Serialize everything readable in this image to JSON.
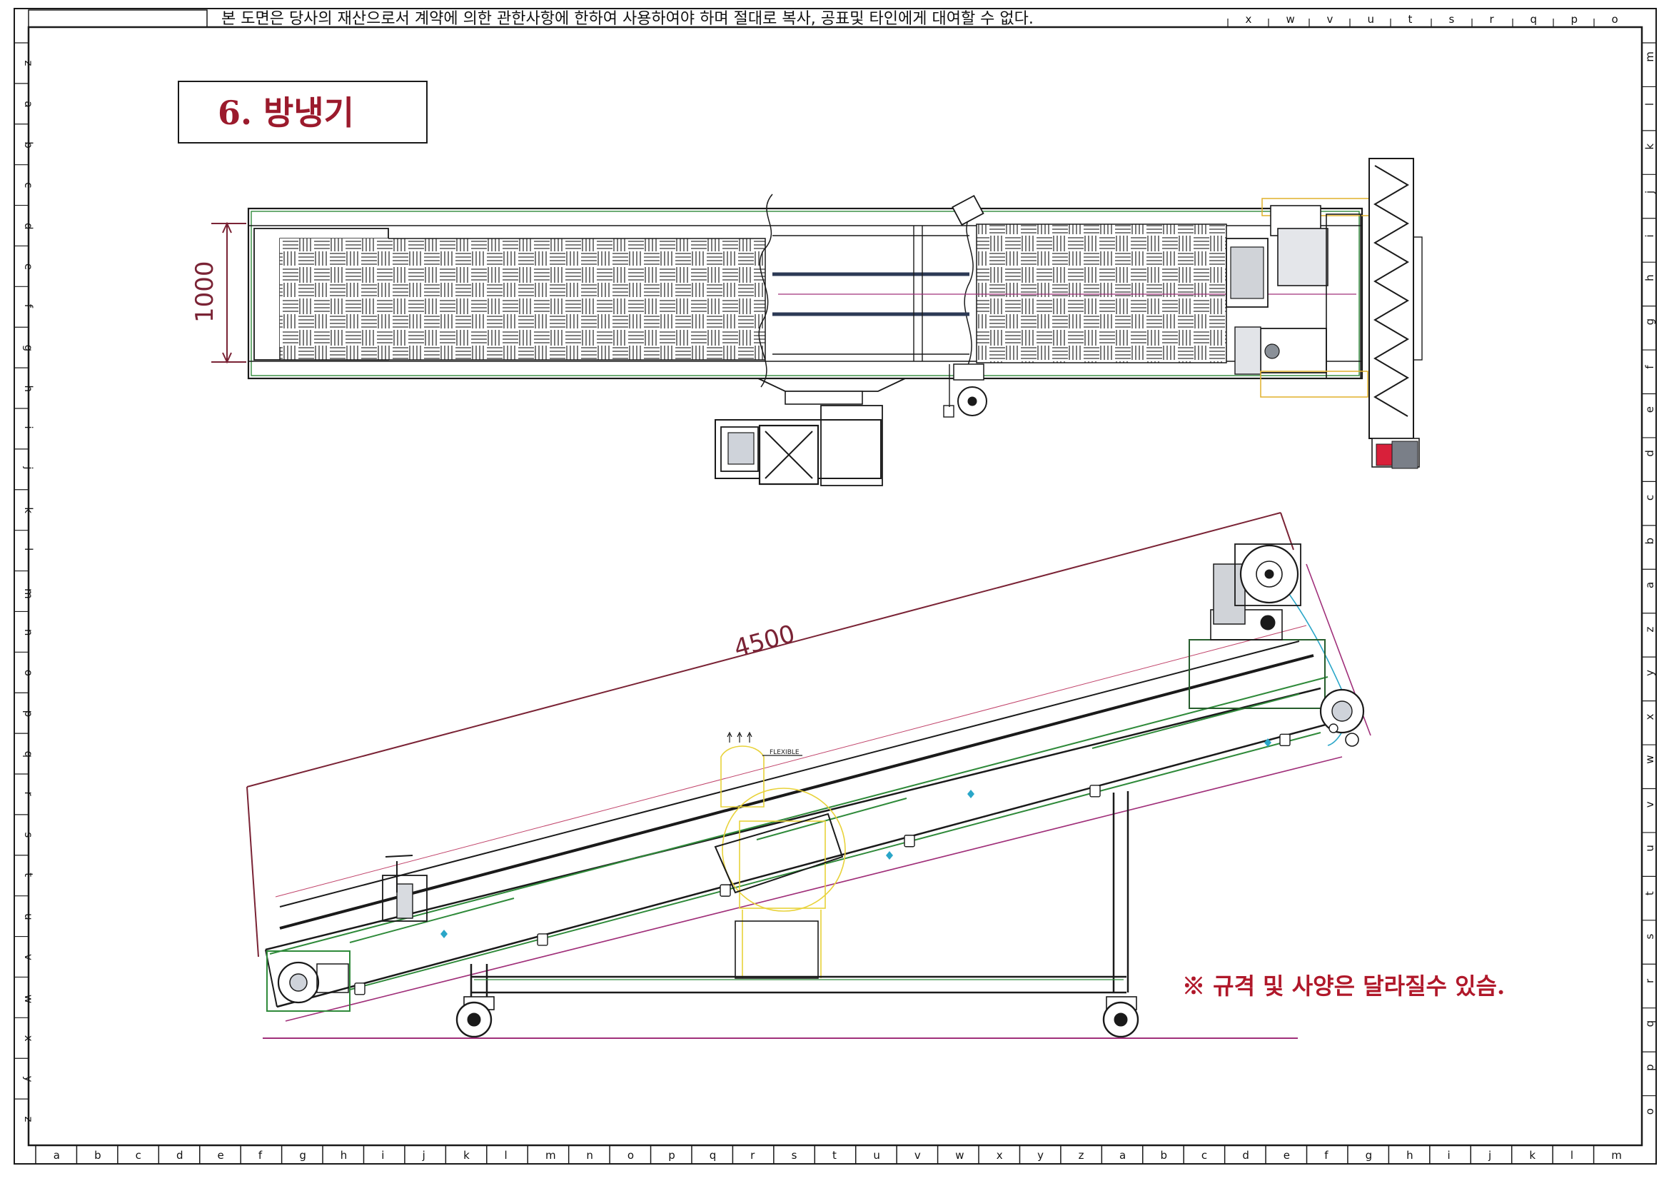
{
  "notice": "본 도면은 당사의 재산으로서 계약에 의한 관한사항에 한하여 사용하여야 하며 절대로 복사, 공표및 타인에게 대여할 수 없다.",
  "title": "6. 방냉기",
  "dimensions": {
    "width": "1000",
    "length": "4500"
  },
  "small_label": "FLEXIBLE",
  "footnote": "※ 규격 및 사양은 달라질수 있슴.",
  "ruler": {
    "bottom": [
      "a",
      "b",
      "c",
      "d",
      "e",
      "f",
      "g",
      "h",
      "i",
      "j",
      "k",
      "l",
      "m",
      "n",
      "o",
      "p",
      "q",
      "r",
      "s",
      "t",
      "u",
      "v",
      "w",
      "x",
      "y",
      "z",
      "a",
      "b",
      "c",
      "d",
      "e",
      "f",
      "g",
      "h",
      "i",
      "j",
      "k",
      "l",
      "m"
    ],
    "left": [
      "z",
      "a",
      "b",
      "c",
      "d",
      "e",
      "f",
      "g",
      "h",
      "i",
      "j",
      "k",
      "l",
      "m",
      "n",
      "o",
      "p",
      "q",
      "r",
      "s",
      "t",
      "u",
      "v",
      "w",
      "x",
      "y",
      "z"
    ],
    "right": [
      "m",
      "l",
      "k",
      "j",
      "i",
      "h",
      "g",
      "f",
      "e",
      "d",
      "c",
      "b",
      "a",
      "z",
      "y",
      "x",
      "w",
      "v",
      "u",
      "t",
      "s",
      "r",
      "q",
      "p",
      "o"
    ],
    "top": [
      "x",
      "w",
      "v",
      "u",
      "t",
      "s",
      "r",
      "q",
      "p",
      "o"
    ]
  },
  "colors": {
    "frame": "#1a1a1a",
    "dimension": "#7a2335",
    "green": "#2f8a3a",
    "magenta": "#a0307a",
    "cyan": "#2aa6c8",
    "yellow": "#e8d23a",
    "red": "#d8203a"
  }
}
